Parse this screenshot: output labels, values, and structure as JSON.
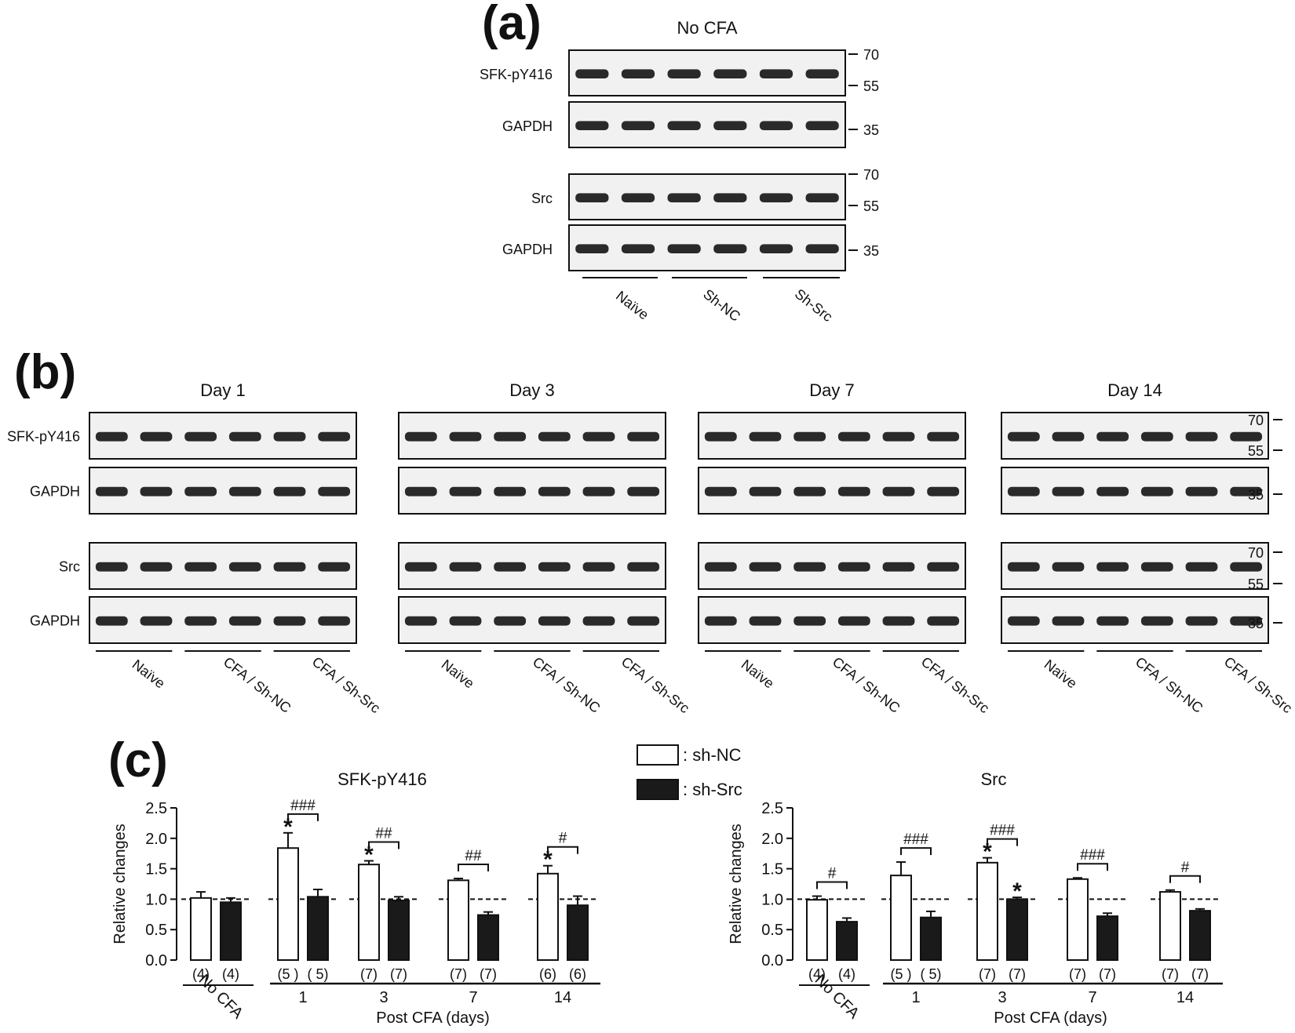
{
  "panel_labels": {
    "a": "(a)",
    "b": "(b)",
    "c": "(c)"
  },
  "panel_a": {
    "title": "No CFA",
    "rows": [
      "SFK-pY416",
      "GAPDH",
      "Src",
      "GAPDH"
    ],
    "markers": [
      "70",
      "55",
      "35",
      "70",
      "55",
      "35"
    ],
    "groups": [
      "Naïve",
      "Sh-NC",
      "Sh-Src"
    ]
  },
  "panel_b": {
    "days": [
      "Day 1",
      "Day 3",
      "Day 7",
      "Day 14"
    ],
    "rows": [
      "SFK-pY416",
      "GAPDH",
      "Src",
      "GAPDH"
    ],
    "markers": [
      "70",
      "55",
      "35",
      "70",
      "55",
      "35"
    ],
    "groups": [
      "Naïve",
      "CFA / Sh-NC",
      "CFA / Sh-Src"
    ]
  },
  "legend": {
    "items": [
      {
        "label": ": sh-NC",
        "fill": "#ffffff"
      },
      {
        "label": ": sh-Src",
        "fill": "#1a1a1a"
      }
    ]
  },
  "chart_data": [
    {
      "type": "bar",
      "title": "SFK-pY416",
      "ylabel": "Relative changes",
      "xlabel": "Post CFA (days)",
      "ylim": [
        0,
        2.5
      ],
      "yticks": [
        "0.0",
        "0.5",
        "1.0",
        "1.5",
        "2.0",
        "2.5"
      ],
      "categories": [
        "No CFA",
        "1",
        "3",
        "7",
        "14"
      ],
      "series": [
        {
          "name": "sh-NC",
          "values": [
            1.02,
            1.84,
            1.57,
            1.31,
            1.42
          ],
          "errors": [
            0.1,
            0.25,
            0.06,
            0.03,
            0.13
          ]
        },
        {
          "name": "sh-Src",
          "values": [
            0.95,
            1.04,
            0.98,
            0.74,
            0.9
          ],
          "errors": [
            0.07,
            0.12,
            0.06,
            0.05,
            0.15
          ]
        }
      ],
      "n_labels": [
        [
          "(4)",
          "(4)"
        ],
        [
          "(5 )",
          "( 5)"
        ],
        [
          "(7)",
          "(7)"
        ],
        [
          "(7)",
          "(7)"
        ],
        [
          "(6)",
          "(6)"
        ]
      ],
      "stars": [
        [
          false,
          false
        ],
        [
          true,
          false
        ],
        [
          true,
          false
        ],
        [
          false,
          false
        ],
        [
          true,
          false
        ]
      ],
      "hashes": [
        "",
        "###",
        "##",
        "##",
        "#"
      ],
      "reference_line": 1.0
    },
    {
      "type": "bar",
      "title": "Src",
      "ylabel": "Relative changes",
      "xlabel": "Post CFA (days)",
      "ylim": [
        0,
        2.5
      ],
      "yticks": [
        "0.0",
        "0.5",
        "1.0",
        "1.5",
        "2.0",
        "2.5"
      ],
      "categories": [
        "No CFA",
        "1",
        "3",
        "7",
        "14"
      ],
      "series": [
        {
          "name": "sh-NC",
          "values": [
            0.99,
            1.39,
            1.6,
            1.33,
            1.12
          ],
          "errors": [
            0.06,
            0.22,
            0.08,
            0.02,
            0.03
          ]
        },
        {
          "name": "sh-Src",
          "values": [
            0.63,
            0.7,
            1.0,
            0.72,
            0.81
          ],
          "errors": [
            0.06,
            0.1,
            0.03,
            0.05,
            0.03
          ]
        }
      ],
      "n_labels": [
        [
          "(4)",
          "(4)"
        ],
        [
          "(5 )",
          "( 5)"
        ],
        [
          "(7)",
          "(7)"
        ],
        [
          "(7)",
          "(7)"
        ],
        [
          "(7)",
          "(7)"
        ]
      ],
      "stars": [
        [
          false,
          false
        ],
        [
          false,
          false
        ],
        [
          true,
          true
        ],
        [
          false,
          false
        ],
        [
          false,
          false
        ]
      ],
      "hashes": [
        "#",
        "###",
        "###",
        "###",
        "#"
      ],
      "reference_line": 1.0
    }
  ]
}
